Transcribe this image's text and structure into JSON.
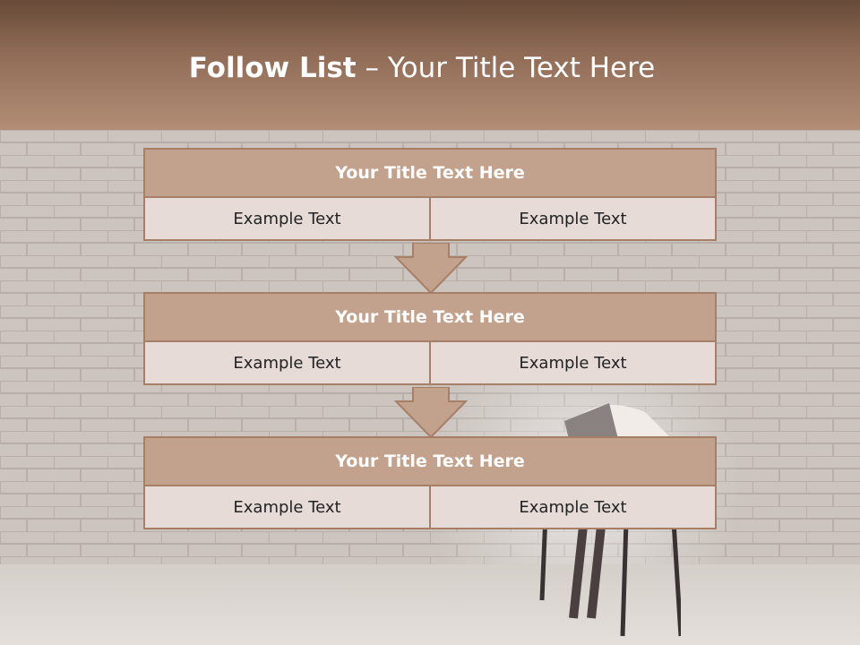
{
  "slide": {
    "title_bold": "Follow List",
    "title_rest": " – Your Title Text Here"
  },
  "blocks": [
    {
      "title": "Your Title Text Here",
      "left": "Example Text",
      "right": "Example Text"
    },
    {
      "title": "Your Title Text Here",
      "left": "Example Text",
      "right": "Example Text"
    },
    {
      "title": "Your Title Text Here",
      "left": "Example Text",
      "right": "Example Text"
    }
  ],
  "colors": {
    "header_top": "#674a38",
    "header_bottom": "#b38d76",
    "box_fill": "#c3a28d",
    "box_border": "#a77e66",
    "cell_fill": "#e6dbd6"
  }
}
